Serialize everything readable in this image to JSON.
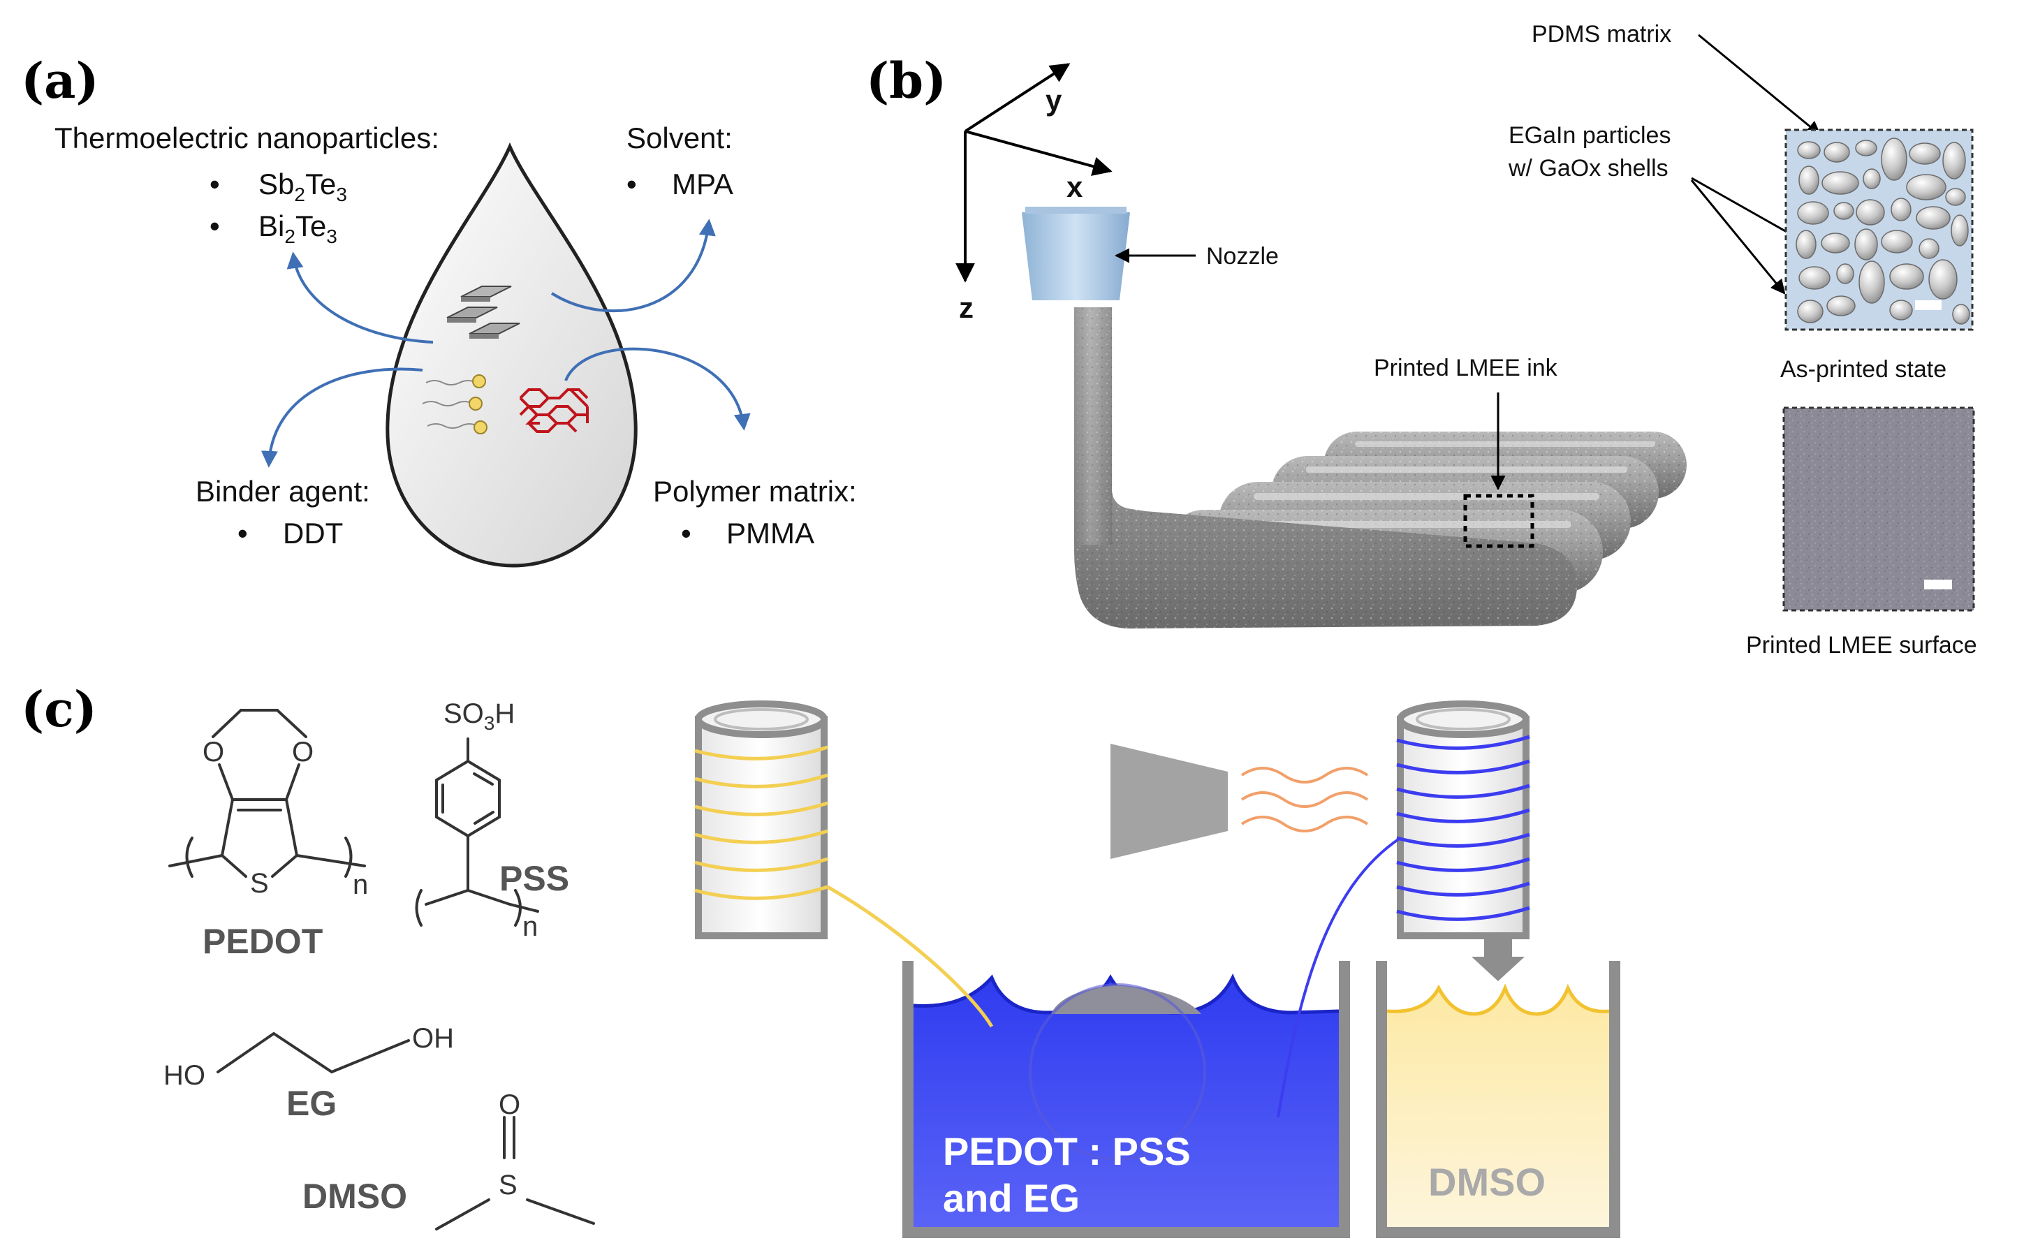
{
  "panels": {
    "a": {
      "label": "(a)",
      "nanoparticles": {
        "title": "Thermoelectric nanoparticles:",
        "items": [
          {
            "base": "Sb",
            "s1": "2",
            "mid": "Te",
            "s2": "3"
          },
          {
            "base": "Bi",
            "s1": "2",
            "mid": "Te",
            "s2": "3"
          }
        ]
      },
      "solvent": {
        "title": "Solvent:",
        "item": "MPA"
      },
      "binder": {
        "title": "Binder agent:",
        "item": "DDT"
      },
      "polymer": {
        "title": "Polymer matrix:",
        "item": "PMMA"
      },
      "bullet": "•"
    },
    "b": {
      "label": "(b)",
      "axes": {
        "x": "x",
        "y": "y",
        "z": "z"
      },
      "nozzle": "Nozzle",
      "printed_ink": "Printed LMEE ink",
      "pdms": "PDMS matrix",
      "egain_line1": "EGaIn particles",
      "egain_line2": "w/ GaOx shells",
      "as_printed": "As-printed state",
      "surface": "Printed LMEE surface"
    },
    "c": {
      "label": "(c)",
      "o": "O",
      "s": "S",
      "n": "n",
      "so3h": {
        "a": "SO",
        "sub": "3",
        "b": "H"
      },
      "pedot": "PEDOT",
      "pss": "PSS",
      "ho": "HO",
      "oh": "OH",
      "eg": "EG",
      "dmso": "DMSO",
      "bath1_line1": "PEDOT : PSS",
      "bath1_line2": "and EG",
      "bath2": "DMSO"
    }
  },
  "colors": {
    "blue_arrow": "#3f6fb5",
    "yellow_coil": "#f3cf52",
    "blue_coil": "#3c3cf0",
    "bath_blue": "#3a46f2",
    "bath_cream": "#fcefc0",
    "heater_gray": "#a3a3a3",
    "heat_wave": "#f2a06a",
    "pdms_bg": "#c6d7ea",
    "lattice_red": "#c0141c"
  }
}
